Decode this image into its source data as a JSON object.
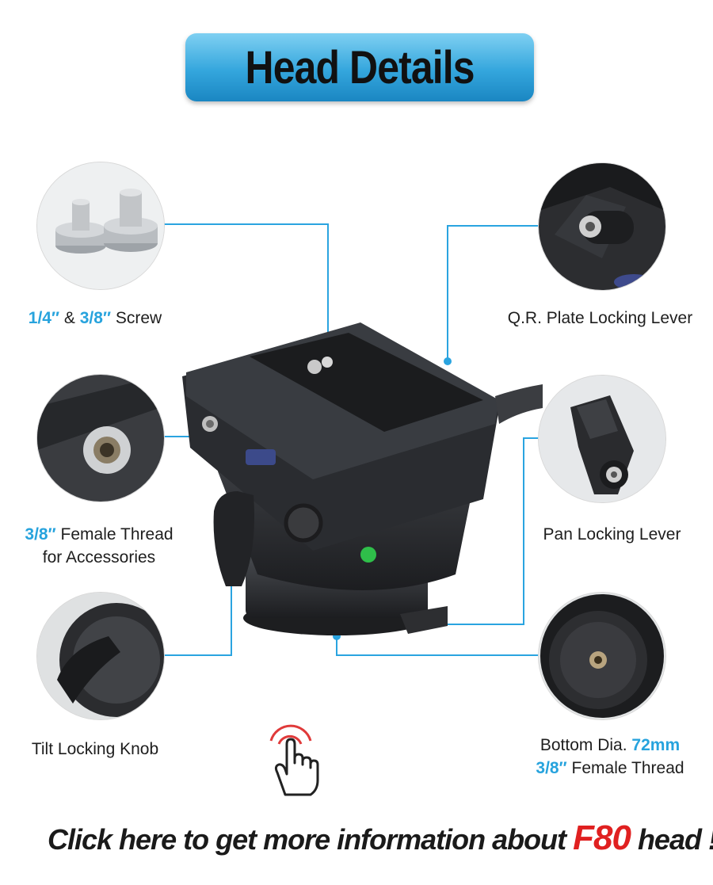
{
  "title": "Head Details",
  "features": {
    "screw": {
      "a": "1/4″",
      "amp": "&",
      "b": "3/8″",
      "c": "Screw"
    },
    "female_thread": {
      "a": "3/8″",
      "b": "Female Thread",
      "c": "for Accessories"
    },
    "tilt_knob": {
      "a": "Tilt Locking Knob"
    },
    "qr_lever": {
      "a": "Q.R. Plate Locking Lever"
    },
    "pan_lever": {
      "a": "Pan Locking Lever"
    },
    "bottom": {
      "a": "Bottom Dia.",
      "b": "72mm",
      "c": "3/8″",
      "d": "Female Thread"
    }
  },
  "cta": {
    "pre": "Click here to get more information about",
    "brand": "F80",
    "post": "head !"
  },
  "colors": {
    "accent": "#27a3dd",
    "title_bg": "#34a6dd",
    "brand": "#e02020"
  },
  "icons": [
    "tap-hand-icon"
  ]
}
